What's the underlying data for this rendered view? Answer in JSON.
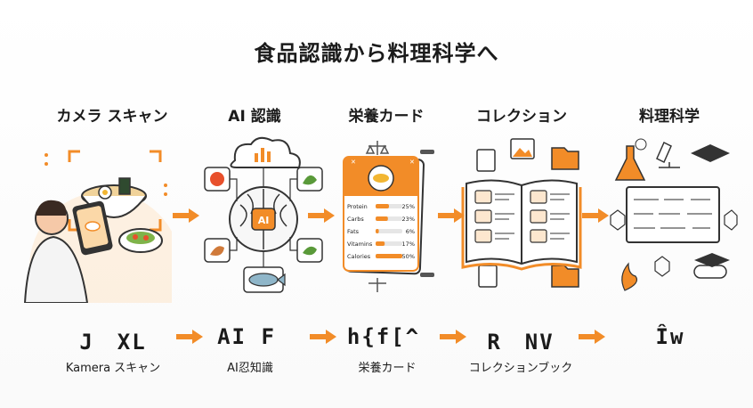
{
  "title": "食品認識から料理科学へ",
  "accent_color": "#f28c28",
  "stages": [
    {
      "heading": "カメラ スキャン",
      "code": "J　XL",
      "caption": "Kamera スキャン",
      "icon": "camera-scan-icon"
    },
    {
      "heading": "AI 認識",
      "code": "AI F",
      "caption": "AI忍知識",
      "icon": "ai-brain-icon"
    },
    {
      "heading": "栄養カード",
      "code": "h{f[^",
      "caption": "栄養カード",
      "icon": "nutrition-card-icon"
    },
    {
      "heading": "コレクション",
      "code": "R　NV",
      "caption": "コレクションブック",
      "icon": "collection-book-icon"
    },
    {
      "heading": "料理科学",
      "code": "Îw",
      "caption": "",
      "icon": "culinary-science-icon"
    }
  ],
  "ai_chip_label": "AI",
  "nutrition": [
    {
      "label": "Protein",
      "value": "25%",
      "level": 0.25
    },
    {
      "label": "Carbs",
      "value": "23%",
      "level": 0.23
    },
    {
      "label": "Fats",
      "value": "6%",
      "level": 0.06
    },
    {
      "label": "Vitamins",
      "value": "17%",
      "level": 0.17
    },
    {
      "label": "Calories",
      "value": "50%",
      "level": 0.5
    }
  ]
}
